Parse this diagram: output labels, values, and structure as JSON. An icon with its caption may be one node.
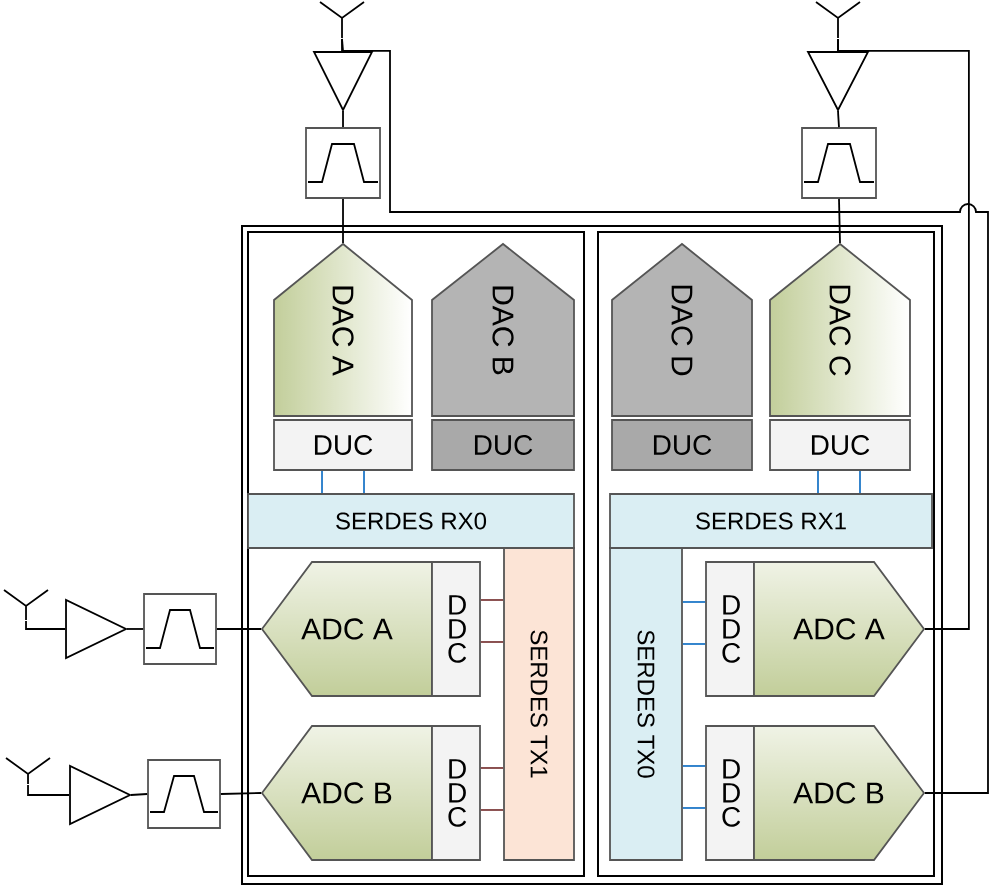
{
  "diagram": {
    "nodes": [
      {
        "text": [],
        "shape": "box"
      },
      {
        "text": [],
        "shape": "box",
        "in": 0
      },
      {
        "text": [
          "DAC A"
        ],
        "in": 1
      },
      {
        "text": [
          "DAC B"
        ],
        "in": 1
      },
      {
        "text": [
          "DUC"
        ],
        "in": 1
      },
      {
        "text": [
          "DUC"
        ],
        "in": 1
      },
      {
        "text": [
          "SERDES RX0"
        ],
        "in": 1
      },
      {
        "text": [
          "ADC A"
        ],
        "in": 1
      },
      {
        "text": [
          "D D C"
        ],
        "in": 1
      },
      {
        "text": [
          "ADC B"
        ],
        "in": 1
      },
      {
        "text": [
          "D D C"
        ],
        "in": 1
      },
      {
        "text": [
          "SERDES TX1"
        ],
        "in": 1
      },
      {
        "text": [],
        "shape": "box",
        "in": 0
      },
      {
        "text": [
          "DAC D"
        ],
        "in": 12
      },
      {
        "text": [
          "DAC C"
        ],
        "in": 12
      },
      {
        "text": [
          "DUC"
        ],
        "in": 12
      },
      {
        "text": [
          "DUC"
        ],
        "in": 12
      },
      {
        "text": [
          "SERDES RX1"
        ],
        "in": 12
      },
      {
        "text": [
          "SERDES TX0"
        ],
        "in": 12
      },
      {
        "text": [
          "D D C"
        ],
        "in": 12
      },
      {
        "text": [
          "ADC A"
        ],
        "in": 12
      },
      {
        "text": [
          "D D C"
        ],
        "in": 12
      },
      {
        "text": [
          "ADC B"
        ],
        "in": 12
      },
      {
        "text": [],
        "shape": "antenna"
      },
      {
        "text": [],
        "shape": "triangle"
      },
      {
        "text": [],
        "shape": "filter"
      },
      {
        "text": [],
        "shape": "antenna"
      },
      {
        "text": [],
        "shape": "triangle"
      },
      {
        "text": [],
        "shape": "filter"
      },
      {
        "text": [],
        "shape": "antenna"
      },
      {
        "text": [],
        "shape": "triangle"
      },
      {
        "text": [],
        "shape": "filter"
      },
      {
        "text": [],
        "shape": "antenna"
      },
      {
        "text": [],
        "shape": "triangle"
      },
      {
        "text": [],
        "shape": "filter"
      }
    ],
    "edges": [
      {
        "from": 23,
        "to": 24,
        "arrow": "none"
      },
      {
        "from": 24,
        "to": 25,
        "arrow": "none"
      },
      {
        "from": 25,
        "to": 2,
        "arrow": "none"
      },
      {
        "from": 26,
        "to": 27,
        "arrow": "none"
      },
      {
        "from": 27,
        "to": 28,
        "arrow": "none"
      },
      {
        "from": 28,
        "to": 14,
        "arrow": "none"
      },
      {
        "from": 29,
        "to": 30,
        "arrow": "none"
      },
      {
        "from": 30,
        "to": 31,
        "arrow": "none"
      },
      {
        "from": 31,
        "to": 7,
        "arrow": "none"
      },
      {
        "from": 32,
        "to": 33,
        "arrow": "none"
      },
      {
        "from": 33,
        "to": 34,
        "arrow": "none"
      },
      {
        "from": 34,
        "to": 9,
        "arrow": "none"
      },
      {
        "from": 4,
        "to": 6,
        "arrow": "none",
        "color": "#1f78c8"
      },
      {
        "from": 4,
        "to": 6,
        "arrow": "none",
        "color": "#1f78c8"
      },
      {
        "from": 16,
        "to": 17,
        "arrow": "none",
        "color": "#1f78c8"
      },
      {
        "from": 16,
        "to": 17,
        "arrow": "none",
        "color": "#1f78c8"
      },
      {
        "from": 8,
        "to": 11,
        "arrow": "none",
        "color": "#7f3f3f"
      },
      {
        "from": 8,
        "to": 11,
        "arrow": "none",
        "color": "#7f3f3f"
      },
      {
        "from": 10,
        "to": 11,
        "arrow": "none",
        "color": "#7f3f3f"
      },
      {
        "from": 10,
        "to": 11,
        "arrow": "none",
        "color": "#7f3f3f"
      },
      {
        "from": 18,
        "to": 19,
        "arrow": "none",
        "color": "#1f78c8"
      },
      {
        "from": 18,
        "to": 19,
        "arrow": "none",
        "color": "#1f78c8"
      },
      {
        "from": 18,
        "to": 21,
        "arrow": "none",
        "color": "#1f78c8"
      },
      {
        "from": 18,
        "to": 21,
        "arrow": "none",
        "color": "#1f78c8"
      },
      {
        "from": 23,
        "to": 22,
        "arrow": "none"
      },
      {
        "from": 26,
        "to": 20,
        "arrow": "none"
      }
    ]
  }
}
